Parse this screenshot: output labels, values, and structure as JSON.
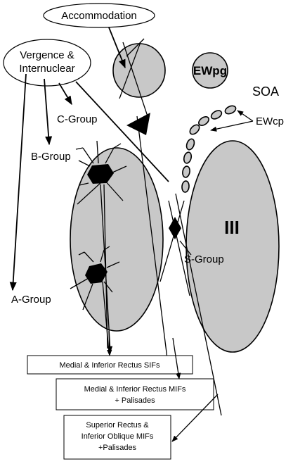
{
  "labels": {
    "accommodation": "Accommodation",
    "vergence_line1": "Vergence &",
    "vergence_line2": "Internuclear",
    "ewpg": "EWpg",
    "soa": "SOA",
    "ewcp": "EWcp",
    "c_group": "C-Group",
    "b_group": "B-Group",
    "a_group": "A-Group",
    "s_group": "S-Group",
    "iii": "III"
  },
  "boxes": {
    "sif_line1": "Medial & Inferior Rectus SIFs",
    "mif_line1": "Medial & Inferior Rectus MIFs",
    "mif_line2": "+ Palisades",
    "so_line1": "Superior Rectus &",
    "so_line2": "Inferior Oblique MIFs",
    "so_line3": "+Palisades"
  },
  "colors": {
    "nucleus_fill": "#c8c8c8",
    "neuron_fill": "#000000",
    "background": "#ffffff"
  }
}
